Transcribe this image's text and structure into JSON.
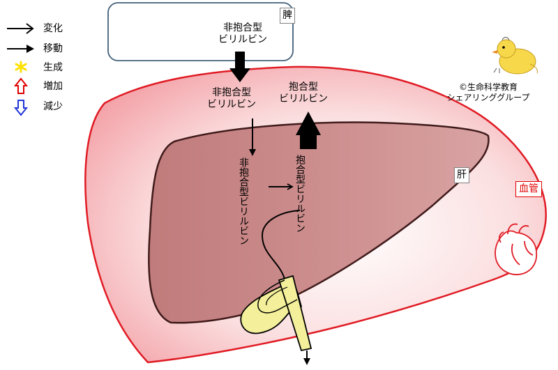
{
  "legend": {
    "change_label": "変化",
    "move_label": "移動",
    "produce_label": "生成",
    "increase_label": "増加",
    "decrease_label": "減少"
  },
  "labels": {
    "spleen": "脾",
    "liver": "肝",
    "blood_vessel": "血管",
    "spleen_bilirubin": "非抱合型\nビリルビン",
    "vessel_unconjugated": "非抱合型\nビリルビン",
    "vessel_conjugated": "抱合型\nビリルビン",
    "liver_unconjugated": "非抱合型ビリルビン",
    "liver_conjugated": "抱合型ビリルビン"
  },
  "copyright": {
    "line1": "©生命科学教育",
    "line2": "シェアリンググループ"
  },
  "colors": {
    "vessel_border": "#e01b24",
    "vessel_fill": "#f4a6aa",
    "liver_fill": "#c98585",
    "liver_border": "#4a2020",
    "spleen_border": "#42607a",
    "gallbladder_fill": "#f3ef9a",
    "produce_star": "#ffe000",
    "increase_arrow": "#e00000",
    "decrease_arrow": "#1f35d6"
  }
}
